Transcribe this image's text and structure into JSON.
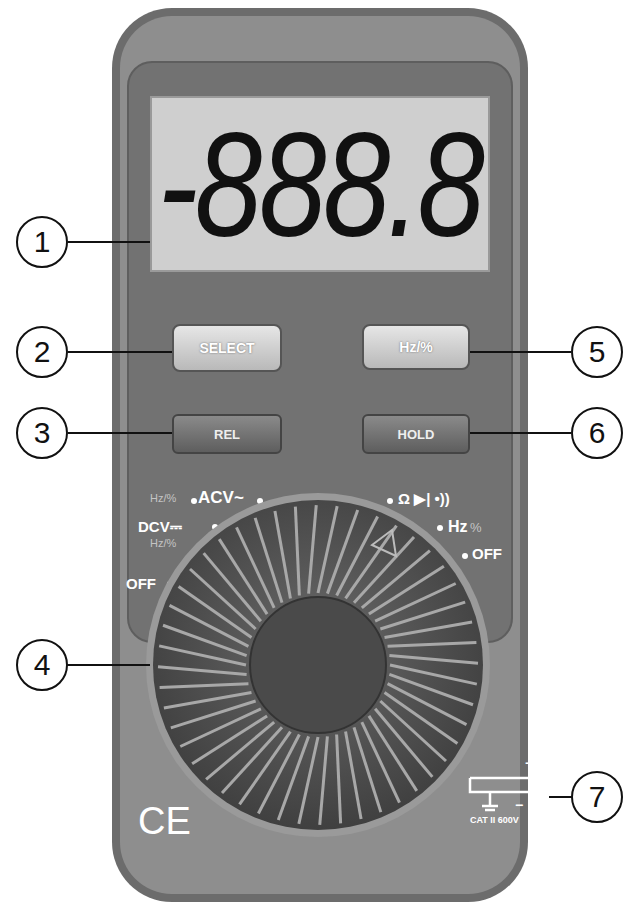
{
  "diagram": {
    "nodes": [
      {
        "text": [
          "-888.8"
        ]
      },
      {
        "text": [
          "1"
        ]
      },
      {
        "text": [
          "SELECT"
        ]
      },
      {
        "text": [
          "2"
        ]
      },
      {
        "text": [
          "Hz/%"
        ]
      },
      {
        "text": [
          "5"
        ]
      },
      {
        "text": [
          "REL"
        ]
      },
      {
        "text": [
          "3"
        ]
      },
      {
        "text": [
          "HOLD"
        ]
      },
      {
        "text": [
          "6"
        ]
      },
      {
        "text": [
          "4"
        ]
      },
      {
        "text": [
          "7"
        ]
      }
    ],
    "edges": [
      {
        "from": 1,
        "to": 0,
        "arrow": "none"
      },
      {
        "from": 3,
        "to": 2,
        "arrow": "none"
      },
      {
        "from": 5,
        "to": 4,
        "arrow": "none"
      },
      {
        "from": 7,
        "to": 6,
        "arrow": "none"
      },
      {
        "from": 9,
        "to": 8,
        "arrow": "none"
      }
    ],
    "labels": [
      "Hz/%",
      "ACV~",
      "DCV⎓",
      "Hz/%",
      "OFF",
      "Ω ▶| •))",
      "Hz",
      "%",
      "OFF",
      "CE",
      "+",
      "−",
      "CAT II 600V"
    ]
  }
}
